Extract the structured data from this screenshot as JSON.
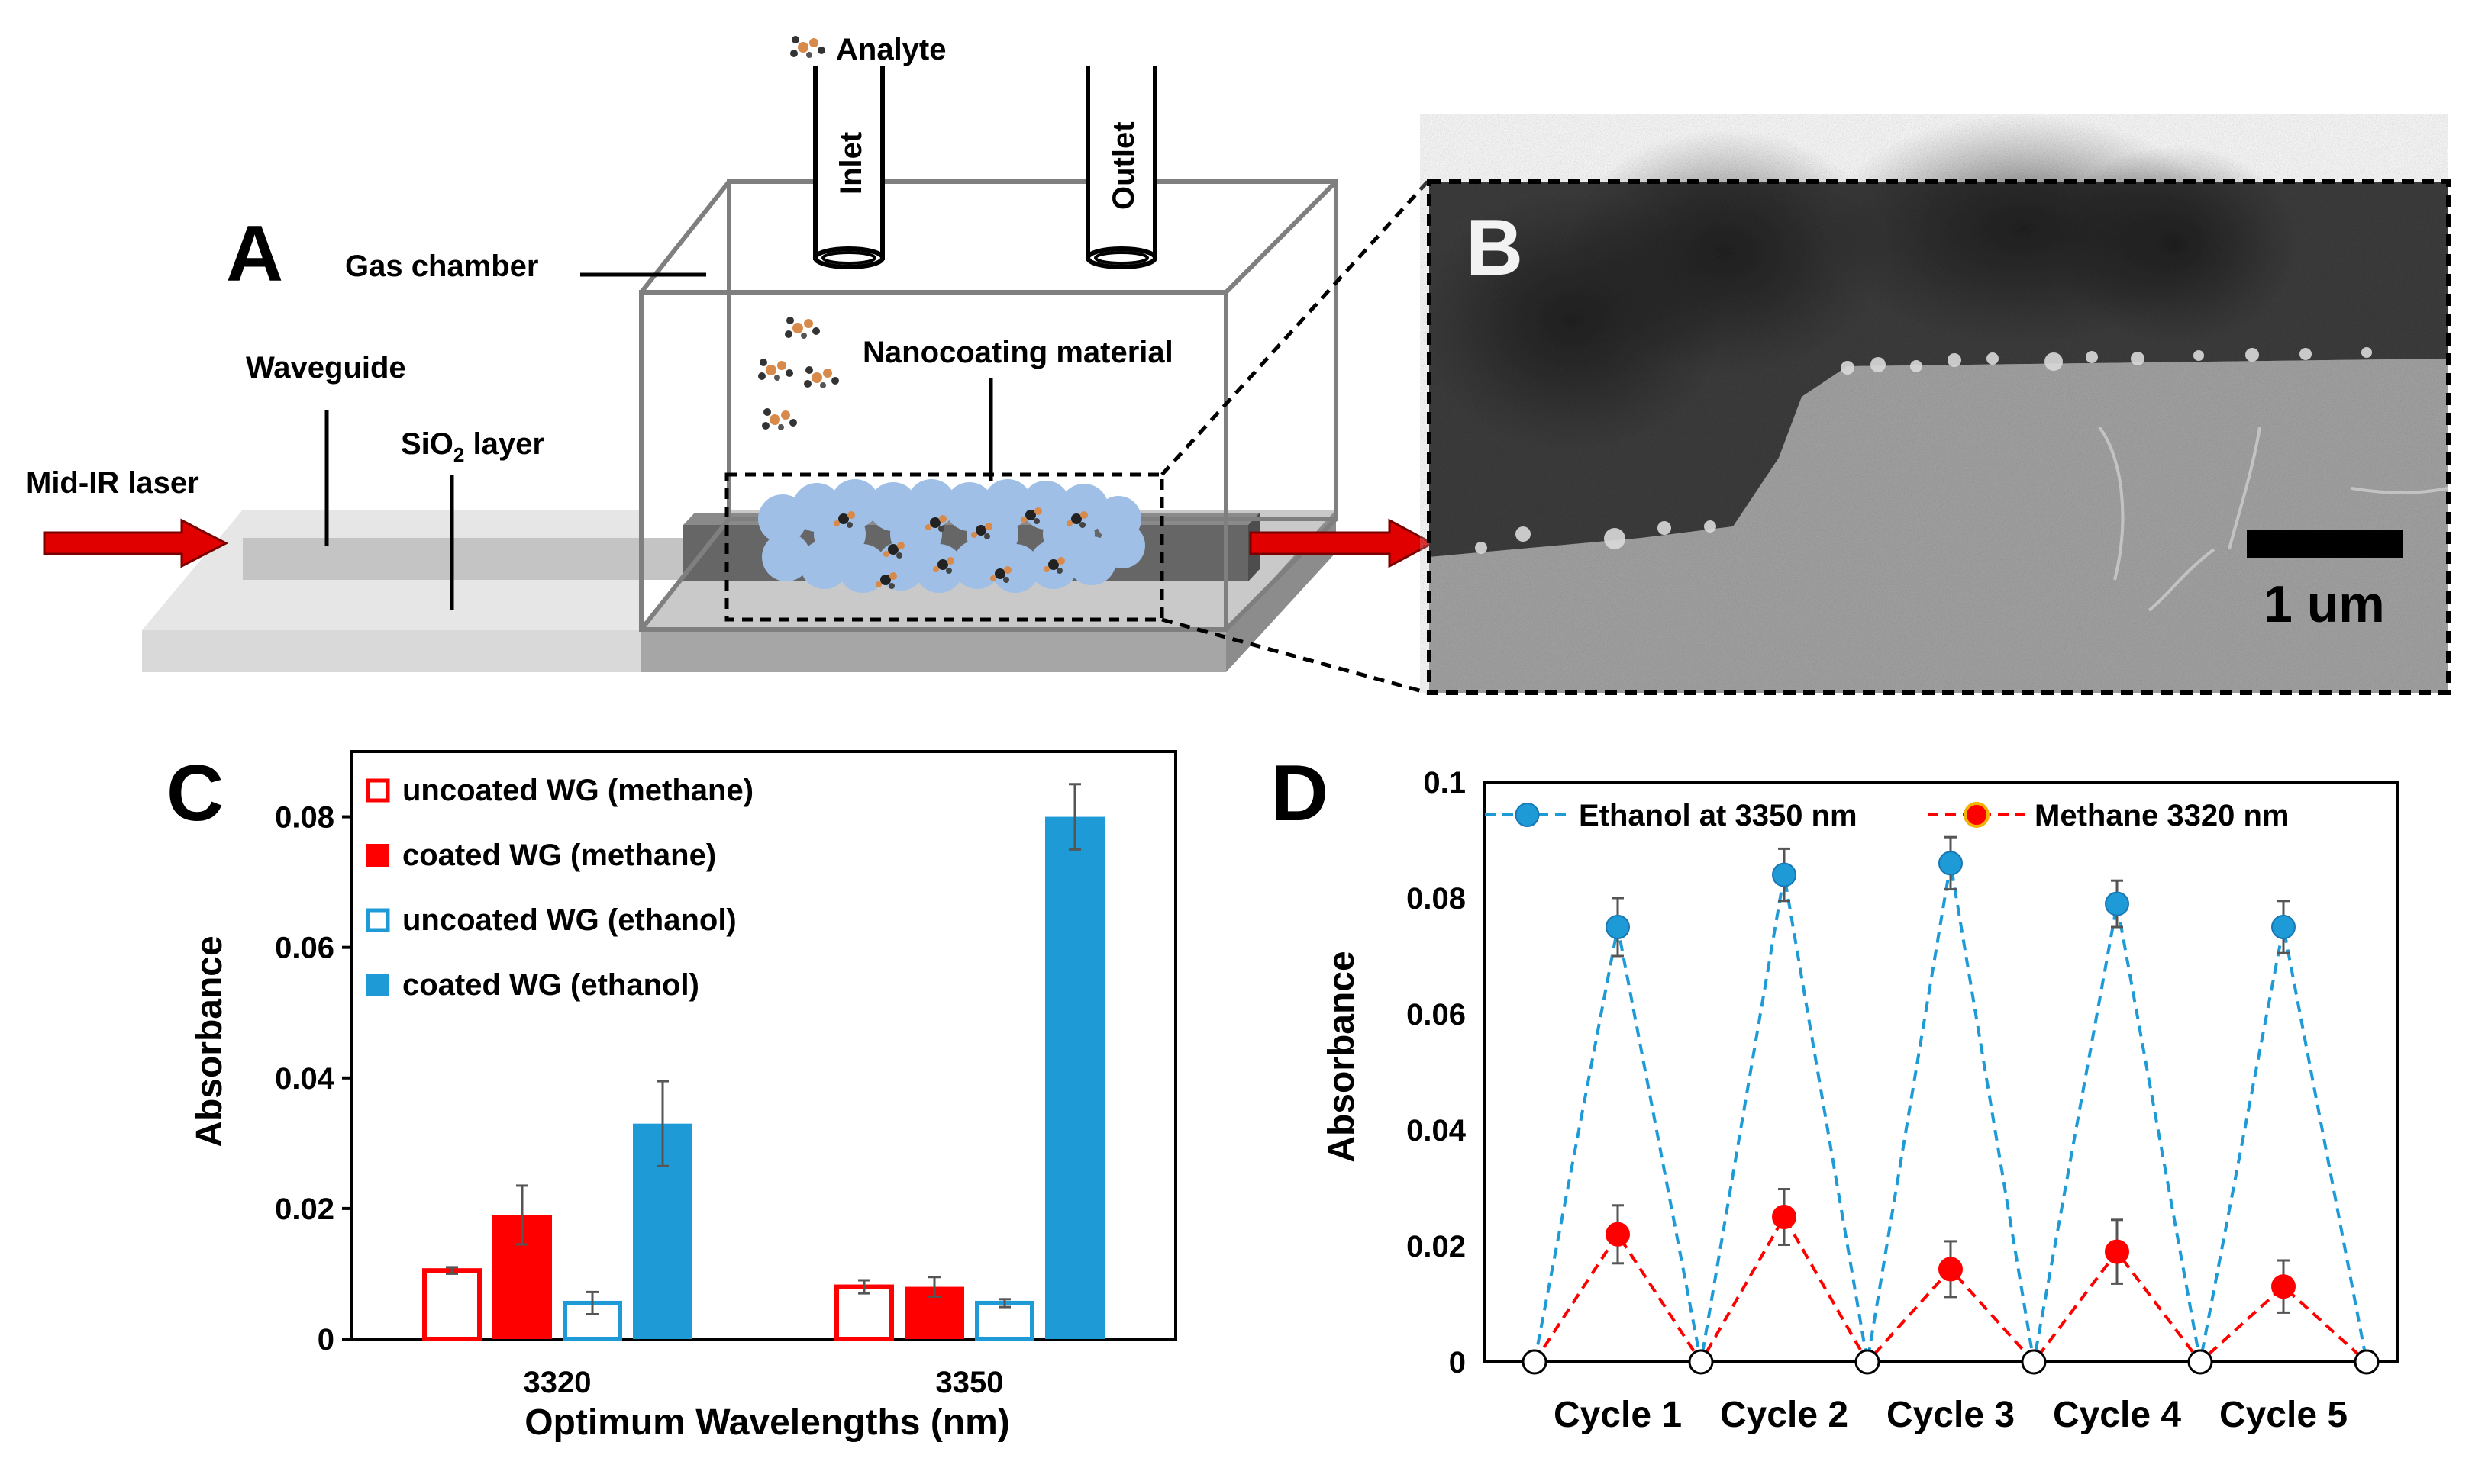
{
  "panel_a": {
    "letter": "A",
    "analyte": "Analyte",
    "inlet": "Inlet",
    "outlet": "Outlet",
    "gas_chamber": "Gas chamber",
    "waveguide": "Waveguide",
    "sio2_prefix": "SiO",
    "sio2_sub": "2",
    "sio2_suffix": " layer",
    "midir": "Mid-IR laser",
    "nanocoating": "Nanocoating  material"
  },
  "panel_b": {
    "letter": "B",
    "scale_label": "1 um"
  },
  "chart_data": [
    {
      "panel": "C",
      "type": "bar",
      "categories": [
        "3320",
        "3350"
      ],
      "series": [
        {
          "name": "uncoated WG (methane)",
          "values": [
            0.0105,
            0.008
          ],
          "errors": [
            0.0005,
            0.001
          ],
          "style": "hollow",
          "color": "#ff0000"
        },
        {
          "name": "coated WG (methane)",
          "values": [
            0.019,
            0.008
          ],
          "errors": [
            0.0045,
            0.0015
          ],
          "style": "filled",
          "color": "#ff0000"
        },
        {
          "name": "uncoated WG (ethanol)",
          "values": [
            0.0055,
            0.0055
          ],
          "errors": [
            0.0017,
            0.0006
          ],
          "style": "hollow",
          "color": "#1e9bd7"
        },
        {
          "name": "coated WG (ethanol)",
          "values": [
            0.033,
            0.08
          ],
          "errors": [
            0.0065,
            0.005
          ],
          "style": "filled",
          "color": "#1e9bd7"
        }
      ],
      "xlabel": "Optimum Wavelengths (nm)",
      "ylabel": "Absorbance",
      "ylim": [
        0,
        0.09
      ],
      "yticks": [
        "0",
        "0.02",
        "0.04",
        "0.06",
        "0.08"
      ],
      "legend": "top-left inside",
      "grid": false
    },
    {
      "panel": "D",
      "type": "line",
      "x": [
        "0",
        "Cycle 1",
        "1",
        "Cycle 2",
        "2",
        "Cycle 3",
        "3",
        "Cycle 4",
        "4",
        "Cycle 5",
        "5"
      ],
      "xticklabels": [
        "Cycle 1",
        "Cycle 2",
        "Cycle 3",
        "Cycle 4",
        "Cycle 5"
      ],
      "series": [
        {
          "name": "Ethanol at 3350 nm",
          "values": [
            0,
            0.075,
            0,
            0.084,
            0,
            0.086,
            0,
            0.079,
            0,
            0.075,
            0
          ],
          "errors": [
            0,
            0.005,
            0,
            0.0045,
            0,
            0.0045,
            0,
            0.004,
            0,
            0.0045,
            0
          ],
          "color": "#1e9bd7"
        },
        {
          "name": "Methane 3320 nm",
          "values": [
            0,
            0.022,
            0,
            0.025,
            0,
            0.016,
            0,
            0.019,
            0,
            0.013,
            0
          ],
          "errors": [
            0,
            0.005,
            0,
            0.0048,
            0,
            0.0048,
            0,
            0.0055,
            0,
            0.0045,
            0
          ],
          "color": "#ff0000"
        }
      ],
      "baseline_markers": "hollow white circles at zero",
      "ylabel": "Absorbance",
      "ylim": [
        0,
        0.1
      ],
      "yticks": [
        "0",
        "0.02",
        "0.04",
        "0.06",
        "0.08",
        "0.1"
      ],
      "legend": "top",
      "grid": false,
      "line_style": "dashed"
    }
  ]
}
